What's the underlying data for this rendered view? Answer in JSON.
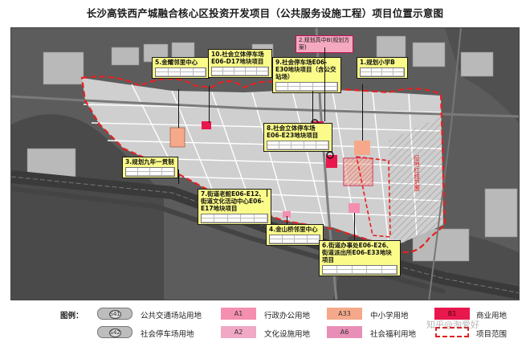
{
  "title": "长沙高铁西产城融合核心区投资开发项目（公共服务设施工程）项目位置示意图",
  "callouts": {
    "c1": "1.规划小学B",
    "c2": "2.规划高中B(规划方案)",
    "c3": "3.规划九年一贯制",
    "c4": "4.金山桥邻里中心",
    "c5": "5.金耀邻里中心",
    "c6": "6.街道办事处E06-E26、街道派出所E06-E33地块项目",
    "c7": "7.街道老館E06-E12、街道文化活动中心E06-E17地块项目",
    "c8": "8.社会立体停车场E06-E23地块项目",
    "c9": "9.社会停车场E06-E30地块项目（含公交站场）",
    "c10": "10.社会立体停车场E06-D17地块项目"
  },
  "map_labels": {
    "boundary_note": "征地红线范围"
  },
  "legend": {
    "title": "图例：",
    "s41_code": "S41",
    "s41_label": "公共交通场站用地",
    "s42_code": "S42",
    "s42_label": "社会停车场用地",
    "a1_code": "A1",
    "a1_label": "行政办公用地",
    "a2_code": "A2",
    "a2_label": "文化设施用地",
    "a33_code": "A33",
    "a33_label": "中小学用地",
    "a6_code": "A6",
    "a6_label": "社会福利用地",
    "b1_code": "B1",
    "b1_label": "商业用地",
    "boundary_label": "项目范围"
  },
  "colors": {
    "a1": "#f58fb0",
    "a2": "#f1a8c4",
    "a33": "#f6a98a",
    "a6": "#e88fb7",
    "b1": "#e8174d",
    "boundary": "#e82020",
    "callout": "#fbfb8a"
  },
  "watermark": "知乎@淘爱好"
}
